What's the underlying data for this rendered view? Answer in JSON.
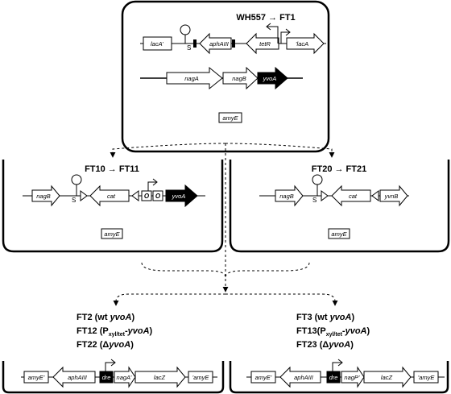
{
  "top": {
    "title": "WH557 → FT1",
    "genes": {
      "lacA_left": "lacA’",
      "s": "S",
      "aphAIII": "aphAIII",
      "tetR": "tetR",
      "lacA_right": "’lacA",
      "nagA": "nagA",
      "nagB": "nagB",
      "yvoA": "yvoA",
      "amyE": "amyE"
    }
  },
  "left_mid": {
    "title": "FT10 → FT11",
    "genes": {
      "nagB": "nagB",
      "s": "S",
      "cat": "cat",
      "o1": "O",
      "o2": "O",
      "yvoA": "yvoA",
      "amyE": "amyE"
    }
  },
  "right_mid": {
    "title": "FT20 → FT21",
    "genes": {
      "nagB": "nagB",
      "s": "S",
      "cat": "cat",
      "yvnB": "yvnB",
      "amyE": "amyE"
    }
  },
  "left_bottom": {
    "lines": [
      {
        "pre": "FT2 (wt ",
        "gene": "yvoA",
        "post": ")"
      },
      {
        "pre": "FT12 (P",
        "sub": "xyl/tet",
        "mid": "-",
        "gene": "yvoA",
        "post": ")"
      },
      {
        "pre": "FT22 (Δ",
        "gene": "yvoA",
        "post": ")"
      }
    ],
    "genes": {
      "amyE_left": "amyE’",
      "aphAIII": "aphAIII",
      "dre": "dre",
      "nag": "nagA’",
      "lacZ": "lacZ",
      "amyE_right": "’amyE"
    }
  },
  "right_bottom": {
    "lines": [
      {
        "pre": "FT3 (wt ",
        "gene": "yvoA",
        "post": ")"
      },
      {
        "pre": "FT13(P",
        "sub": "xyl/tet",
        "mid": "-",
        "gene": "yvoA",
        "post": ")"
      },
      {
        "pre": "FT23 (Δ",
        "gene": "yvoA",
        "post": ")"
      }
    ],
    "genes": {
      "amyE_left": "amyE’",
      "aphAIII": "aphAIII",
      "dre": "dre",
      "nag": "nagP’",
      "lacZ": "lacZ",
      "amyE_right": "’amyE"
    }
  }
}
